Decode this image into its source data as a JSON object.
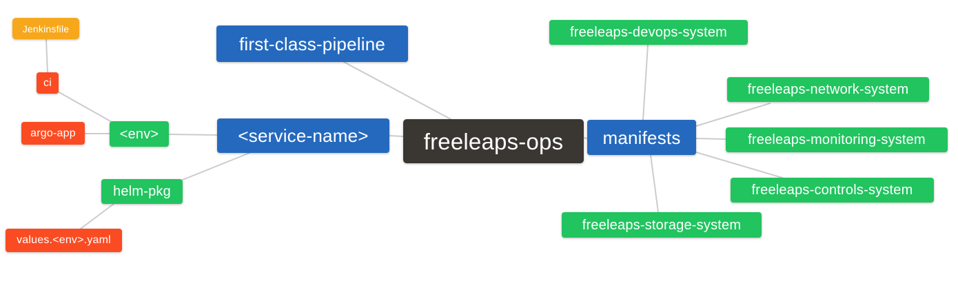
{
  "diagram": {
    "type": "mindmap",
    "colors": {
      "canvas_background": "#ffffff",
      "root_bg": "#3a3632",
      "level1_bg": "#2569be",
      "level2_bg": "#21c45f",
      "level3_bg": "#fb4b22",
      "level4_bg": "#f7a71c",
      "node_text": "#ffffff",
      "connector": "#cccccc"
    },
    "tree": {
      "label": "freeleaps-ops",
      "children": [
        {
          "label": "first-class-pipeline",
          "children": []
        },
        {
          "label": "<service-name>",
          "children": [
            {
              "label": "<env>",
              "children": [
                {
                  "label": "ci",
                  "children": [
                    {
                      "label": "Jenkinsfile",
                      "children": []
                    }
                  ]
                },
                {
                  "label": "argo-app",
                  "children": []
                }
              ]
            },
            {
              "label": "helm-pkg",
              "children": [
                {
                  "label": "values.<env>.yaml",
                  "children": []
                }
              ]
            }
          ]
        },
        {
          "label": "manifests",
          "children": [
            {
              "label": "freeleaps-devops-system",
              "children": []
            },
            {
              "label": "freeleaps-network-system",
              "children": []
            },
            {
              "label": "freeleaps-monitoring-system",
              "children": []
            },
            {
              "label": "freeleaps-controls-system",
              "children": []
            },
            {
              "label": "freeleaps-storage-system",
              "children": []
            }
          ]
        }
      ]
    }
  }
}
